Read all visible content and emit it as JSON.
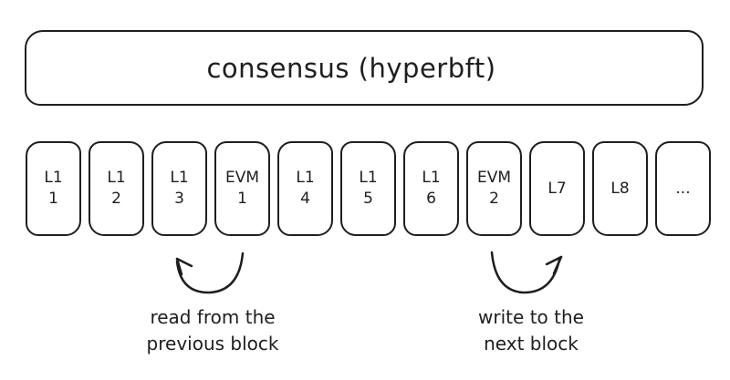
{
  "diagram": {
    "title": "consensus (hyperbft)",
    "blocks": [
      {
        "lines": [
          "L1",
          "1"
        ]
      },
      {
        "lines": [
          "L1",
          "2"
        ]
      },
      {
        "lines": [
          "L1",
          "3"
        ]
      },
      {
        "lines": [
          "EVM",
          "1"
        ]
      },
      {
        "lines": [
          "L1",
          "4"
        ]
      },
      {
        "lines": [
          "L1",
          "5"
        ]
      },
      {
        "lines": [
          "L1",
          "6"
        ]
      },
      {
        "lines": [
          "EVM",
          "2"
        ]
      },
      {
        "lines": [
          "L7"
        ]
      },
      {
        "lines": [
          "L8"
        ]
      },
      {
        "lines": [
          "..."
        ]
      }
    ],
    "annotations": {
      "read": {
        "line1": "read from the",
        "line2": "previous block"
      },
      "write": {
        "line1": "write to the",
        "line2": "next block"
      }
    },
    "colors": {
      "stroke": "#1e1e1e",
      "background": "#ffffff"
    }
  }
}
